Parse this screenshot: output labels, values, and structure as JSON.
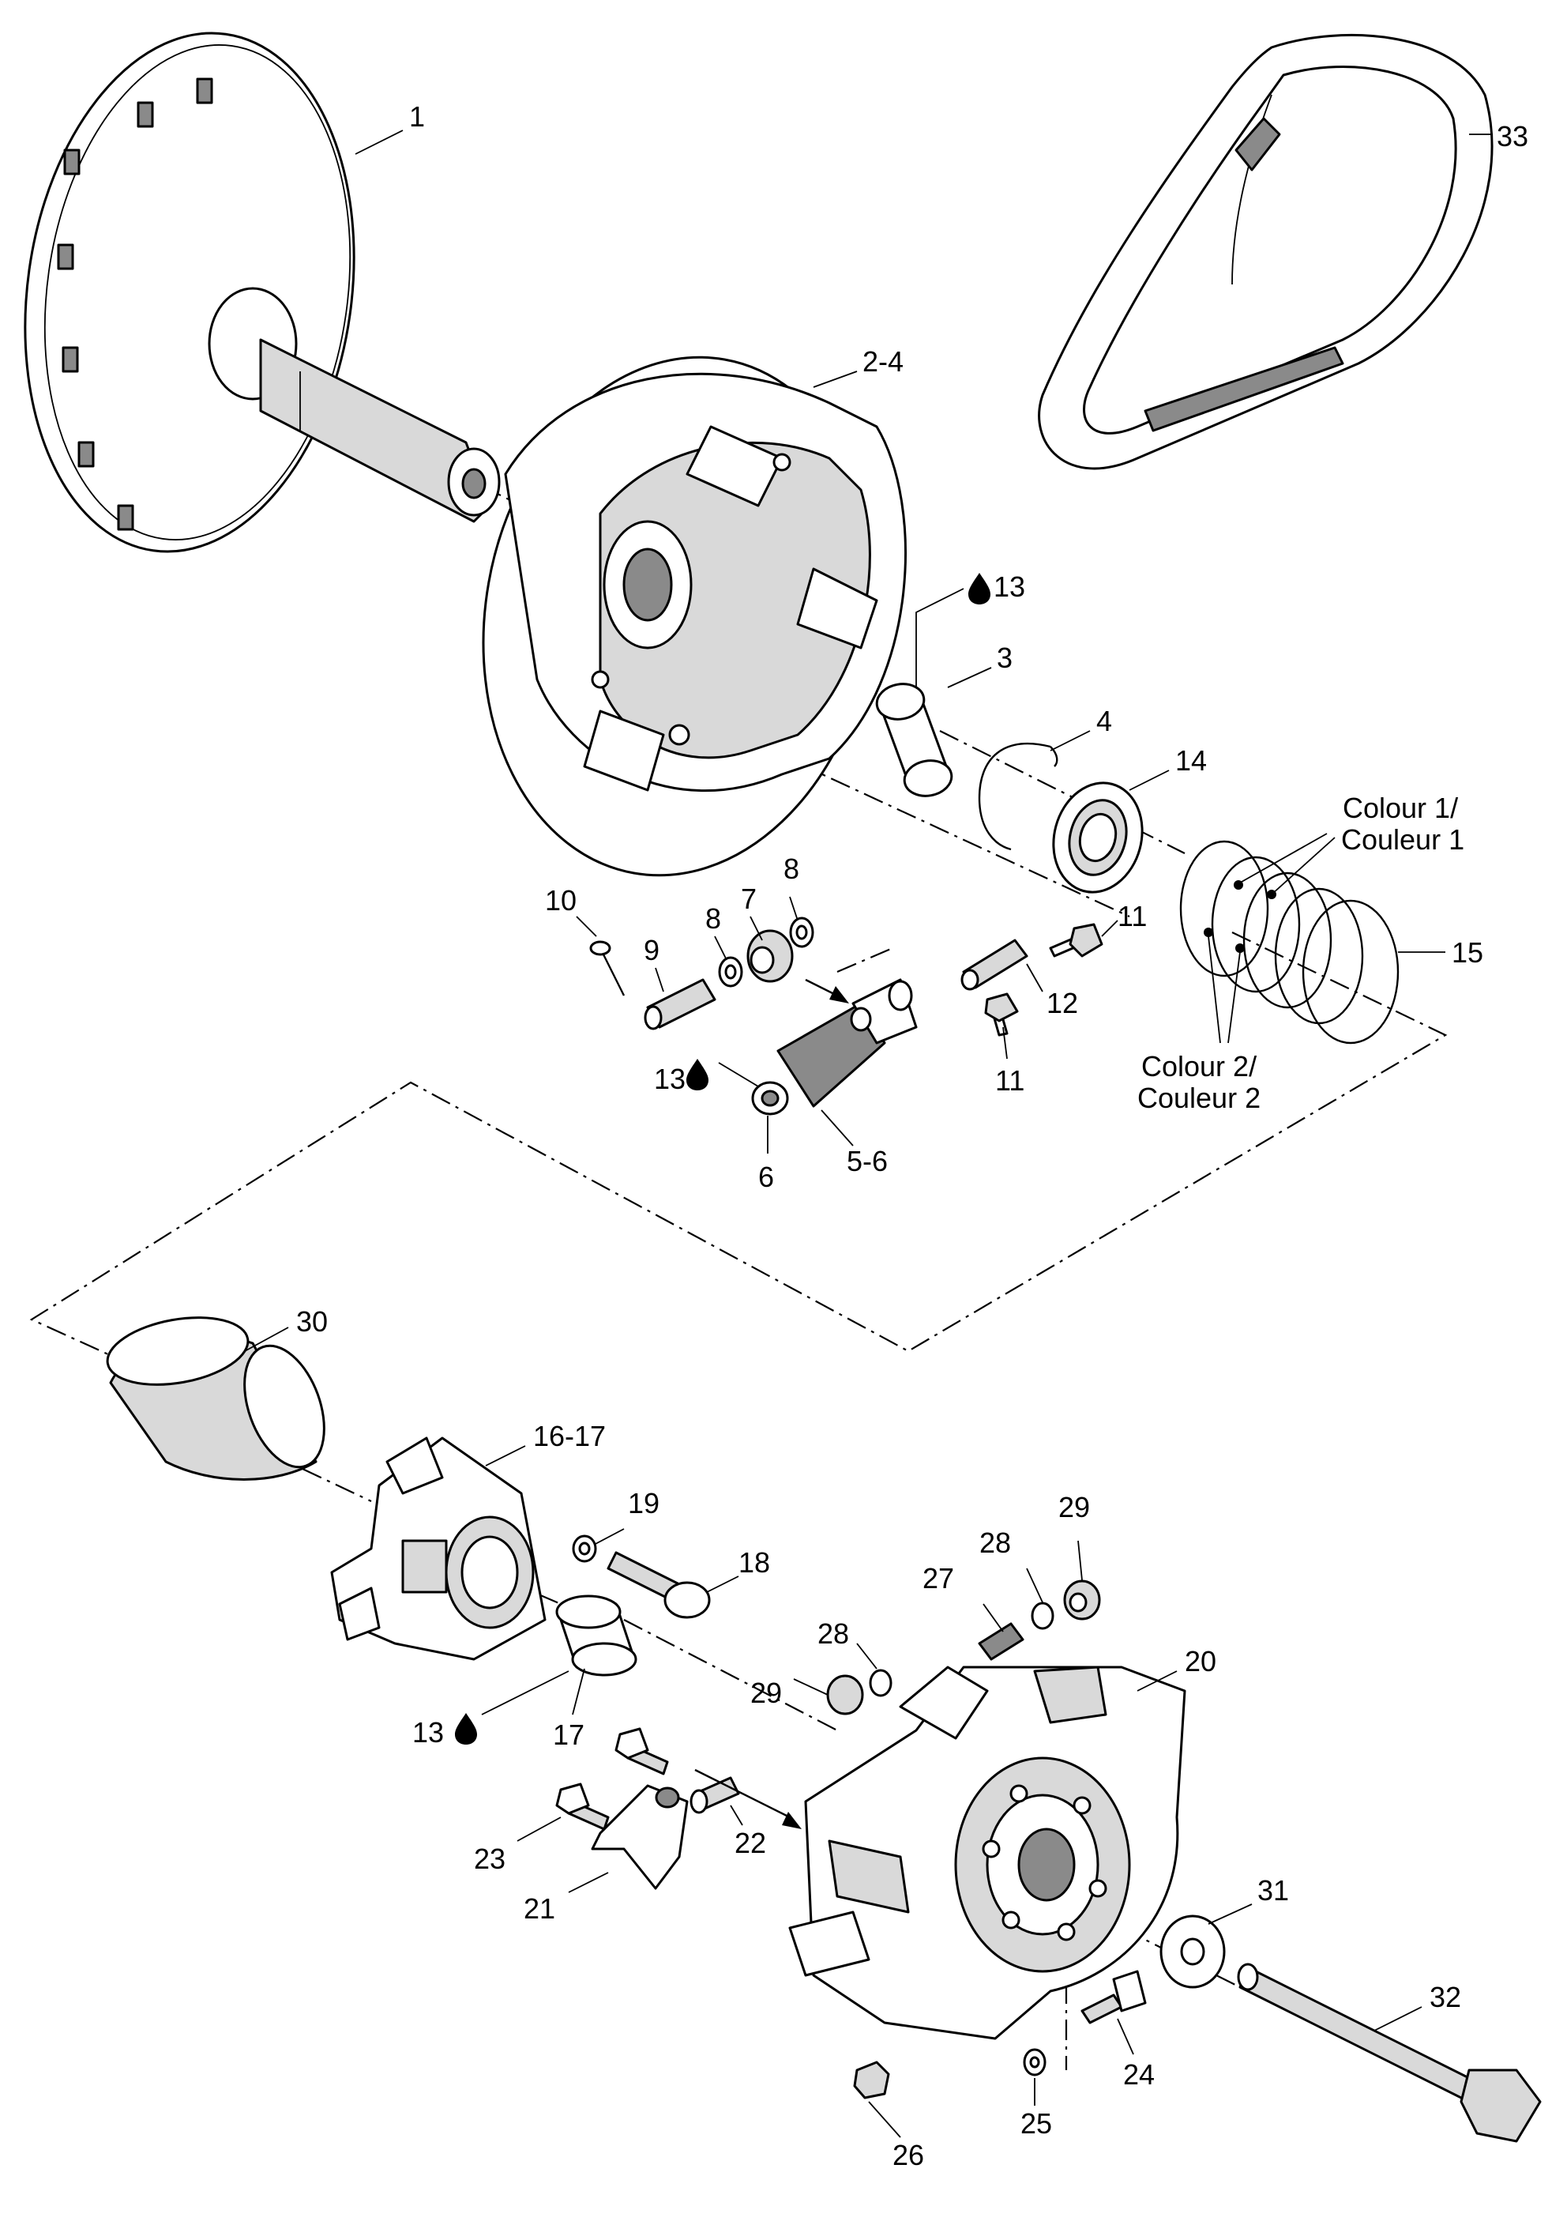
{
  "callouts": {
    "c1": "1",
    "c24": "2-4",
    "c33": "33",
    "c13a": "13",
    "c3": "3",
    "c4": "4",
    "c14": "14",
    "colour1_l1": "Colour 1/",
    "colour1_l2": "Couleur 1",
    "c15": "15",
    "c8a": "8",
    "c8b": "8",
    "c7": "7",
    "c10": "10",
    "c9": "9",
    "c11a": "11",
    "c12": "12",
    "c11b": "11",
    "c13b": "13",
    "c56": "5-6",
    "c6": "6",
    "colour2_l1": "Colour 2/",
    "colour2_l2": "Couleur 2",
    "c30": "30",
    "c1617": "16-17",
    "c19": "19",
    "c18": "18",
    "c29a": "29",
    "c28a": "28",
    "c27": "27",
    "c20": "20",
    "c28b": "28",
    "c29b": "29",
    "c13c": "13",
    "c17": "17",
    "c23": "23",
    "c22": "22",
    "c21": "21",
    "c31": "31",
    "c32": "32",
    "c24b": "24",
    "c25": "25",
    "c26": "26"
  },
  "icons": {
    "lubricant": "oil-drop-icon"
  }
}
